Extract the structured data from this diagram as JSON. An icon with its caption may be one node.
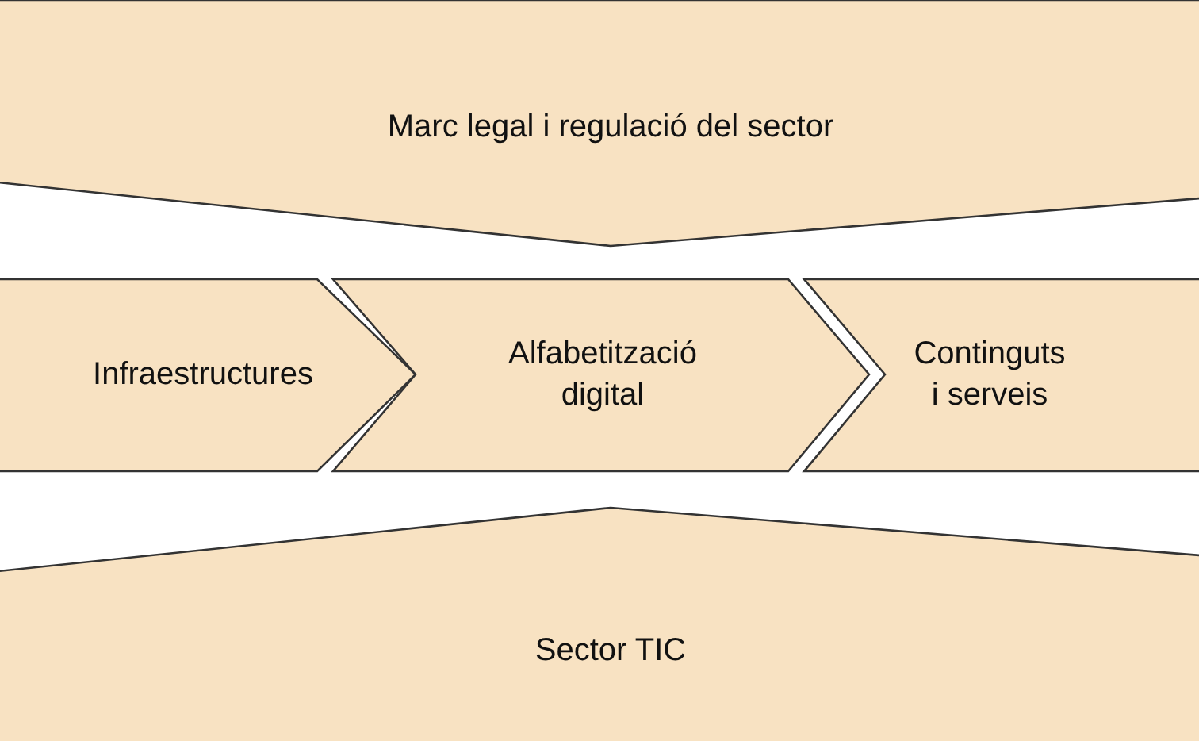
{
  "diagram": {
    "nodes": [
      {
        "text": [
          "Marc legal i regulació del sector"
        ]
      },
      {
        "text": [
          "Infraestructures"
        ]
      },
      {
        "text": [
          "Alfabetització digital"
        ]
      },
      {
        "text": [
          "Continguts i serveis"
        ]
      },
      {
        "text": [
          "Sector TIC"
        ]
      }
    ]
  }
}
